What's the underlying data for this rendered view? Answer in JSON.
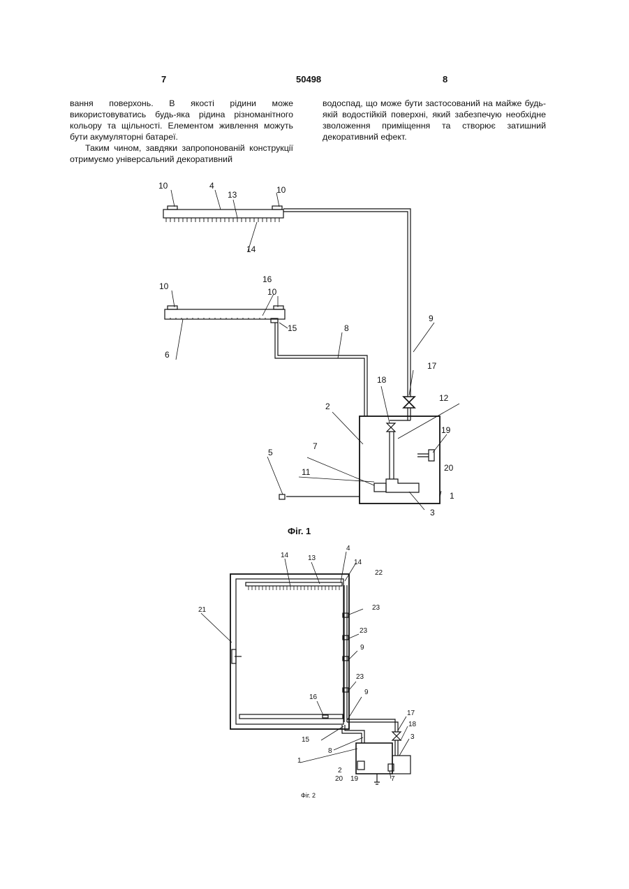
{
  "header": {
    "left_page": "7",
    "patent_no": "50498",
    "right_page": "8"
  },
  "text": {
    "left_col": [
      "вання поверхонь. В якості рідини може використовуватись будь-яка рідина різноманітного кольору та щільності. Елементом живлення можуть бути акумуляторні батареї.",
      "Таким чином, завдяки запропонованій конструкції отримуємо універсальний декоративний"
    ],
    "right_col": [
      "водоспад, що може бути застосований на майже будь-якій водостійкій поверхні, який забезпечую необхідне зволоження приміщення та створює затишний декоративний ефект."
    ]
  },
  "fig1": {
    "caption": "Фіг. 1",
    "labels": {
      "l10a": "10",
      "l4": "4",
      "l13": "13",
      "l10b": "10",
      "l14": "14",
      "l10c": "10",
      "l16": "16",
      "l10d": "10",
      "l15": "15",
      "l6": "6",
      "l8": "8",
      "l9": "9",
      "l17": "17",
      "l18": "18",
      "l12": "12",
      "l2": "2",
      "l19": "19",
      "l20": "20",
      "l5": "5",
      "l7": "7",
      "l11": "11",
      "l1": "1",
      "l3": "3"
    }
  },
  "fig2": {
    "caption": "Фіг. 2",
    "labels": {
      "l14a": "14",
      "l13": "13",
      "l4": "4",
      "l14b": "14",
      "l22": "22",
      "l21": "21",
      "l23a": "23",
      "l23b": "23",
      "l9a": "9",
      "l23c": "23",
      "l9b": "9",
      "l16": "16",
      "l17": "17",
      "l18": "18",
      "l3": "3",
      "l15": "15",
      "l8": "8",
      "l1": "1",
      "l2": "2",
      "l20": "20",
      "l19": "19",
      "l7": "7"
    }
  }
}
